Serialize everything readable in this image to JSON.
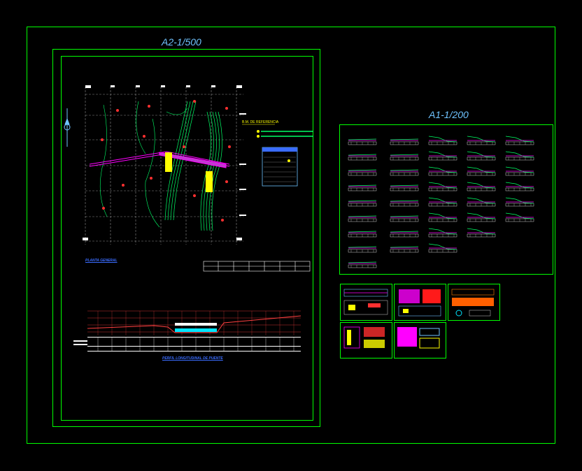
{
  "sheets": {
    "left_title": "A2-1/500",
    "right_title": "A1-1/200"
  },
  "plan": {
    "title": "PLANTA GENERAL"
  },
  "profile": {
    "title": "PERFIL LONGITUDINAL DE PUENTE"
  },
  "colors": {
    "frame": "#00ff00",
    "title": "#6fc3ff",
    "grid": "#9a9a9a",
    "road": "#ff00ff",
    "contour": "#00ff66",
    "highlight": "#ffff00",
    "marker": "#ff3030",
    "water": "#00e5ff"
  },
  "icons": {
    "north_arrow": "north-arrow-icon"
  }
}
